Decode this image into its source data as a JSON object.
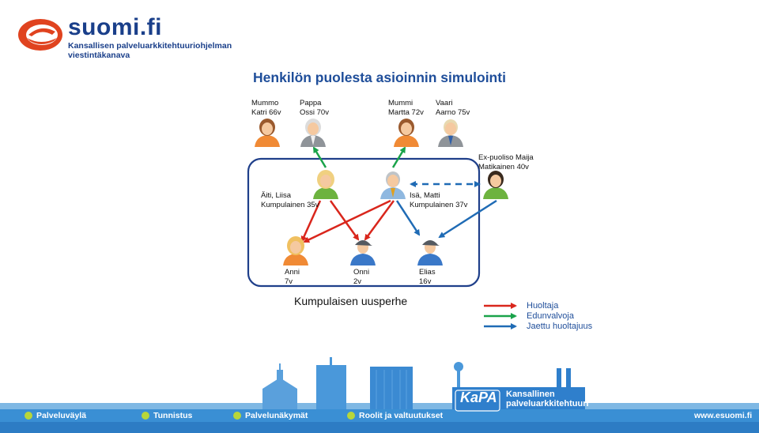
{
  "header": {
    "logo_name": "suomi.fi",
    "logo_subtitle_line1": "Kansallisen palveluarkkitehtuuriohjelman",
    "logo_subtitle_line2": "viestintäkanava"
  },
  "title": "Henkilön puolesta asioinnin simulointi",
  "people": {
    "mummo_katri": {
      "line1": "Mummo",
      "line2": "Katri 66v"
    },
    "pappa_ossi": {
      "line1": "Pappa",
      "line2": "Ossi 70v"
    },
    "mummi_martta": {
      "line1": "Mummi",
      "line2": "Martta 72v"
    },
    "vaari_aarno": {
      "line1": "Vaari",
      "line2": "Aarno 75v"
    },
    "ex_maija": {
      "line1": "Ex-puoliso Maija",
      "line2": "Matikainen 40v"
    },
    "aiti_liisa": {
      "line1": "Äiti, Liisa",
      "line2": "Kumpulainen 35v"
    },
    "isa_matti": {
      "line1": "Isä, Matti",
      "line2": "Kumpulainen 37v"
    },
    "anni": {
      "line1": "Anni",
      "line2": "7v"
    },
    "onni": {
      "line1": "Onni",
      "line2": "2v"
    },
    "elias": {
      "line1": "Elias",
      "line2": "16v"
    }
  },
  "family_caption": "Kumpulaisen uusperhe",
  "legend": [
    {
      "label": "Huoltaja",
      "color": "#d9261c"
    },
    {
      "label": "Edunvalvoja",
      "color": "#1aa34a"
    },
    {
      "label": "Jaettu huoltajuus",
      "color": "#1f6bb5"
    }
  ],
  "footer": {
    "items": [
      "Palveluväylä",
      "Tunnistus",
      "Palvelunäkymät",
      "Roolit ja valtuutukset"
    ],
    "kapa_logo": "KaPA",
    "kapa_line1": "Kansallinen",
    "kapa_line2": "palveluarkkitehtuuri",
    "url": "www.esuomi.fi"
  },
  "colors": {
    "title": "#1f4e9a",
    "box_border": "#1f3f8a",
    "footer_blue": "#3a8fd4"
  }
}
